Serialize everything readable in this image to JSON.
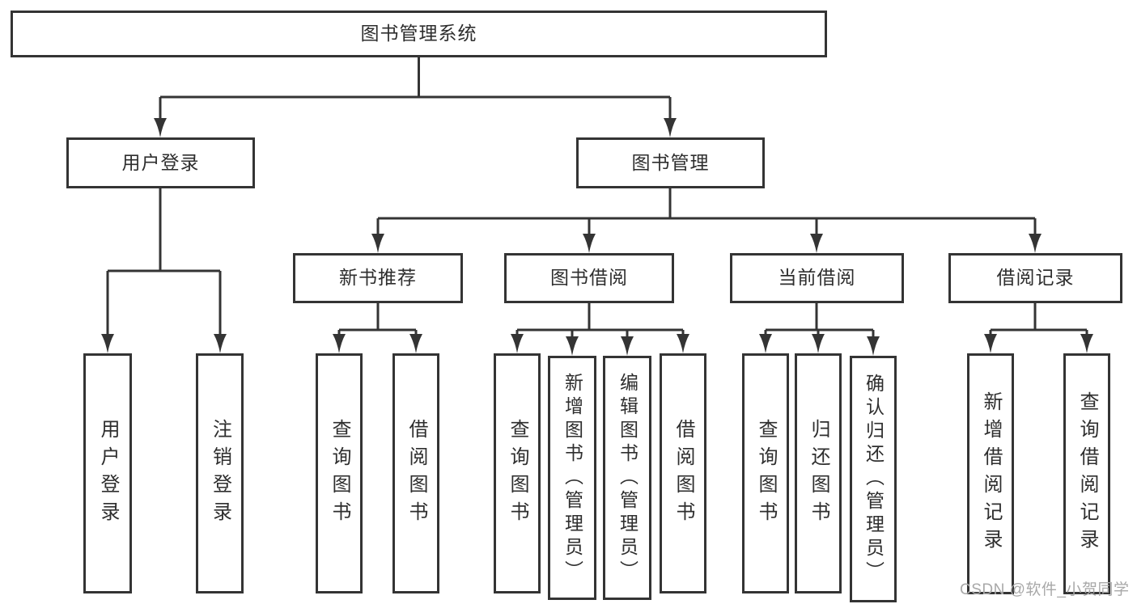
{
  "diagram_title": "图书管理系统",
  "hierarchy": {
    "label": "图书管理系统",
    "children": [
      {
        "label": "用户登录",
        "children": [
          {
            "label": "用户登录"
          },
          {
            "label": "注销登录"
          }
        ]
      },
      {
        "label": "图书管理",
        "children": [
          {
            "label": "新书推荐",
            "children": [
              {
                "label": "查询图书"
              },
              {
                "label": "借阅图书"
              }
            ]
          },
          {
            "label": "图书借阅",
            "children": [
              {
                "label": "查询图书"
              },
              {
                "label": "新增图书（管理员）"
              },
              {
                "label": "编辑图书（管理员）"
              },
              {
                "label": "借阅图书"
              }
            ]
          },
          {
            "label": "当前借阅",
            "children": [
              {
                "label": "查询图书"
              },
              {
                "label": "归还图书"
              },
              {
                "label": "确认归还（管理员）"
              }
            ]
          },
          {
            "label": "借阅记录",
            "children": [
              {
                "label": "新增借阅记录"
              },
              {
                "label": "查询借阅记录"
              }
            ]
          }
        ]
      }
    ]
  },
  "watermark": {
    "text": "CSDN @软件_小贺同学",
    "color": "#a8a8a8"
  },
  "colors": {
    "line": "#343434",
    "text": "#2e2e2e",
    "background": "#ffffff"
  }
}
